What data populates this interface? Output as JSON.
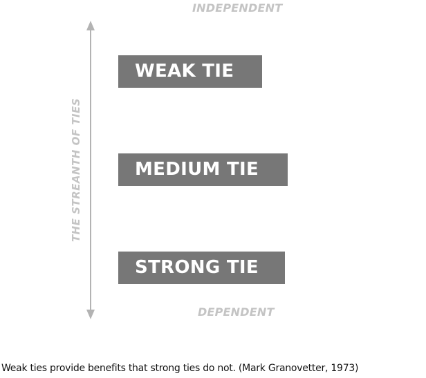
{
  "diagram": {
    "top_label": "INDEPENDENT",
    "bottom_label": "DEPENDENT",
    "axis_title": "THE STREANTH OF TIES",
    "ties": [
      {
        "label": "WEAK TIE"
      },
      {
        "label": "MEDIUM TIE"
      },
      {
        "label": "STRONG TIE"
      }
    ],
    "caption": "Weak ties provide benefits that strong ties do not. (Mark Granovetter, 1973)"
  },
  "colors": {
    "box_fill": "#777777",
    "box_text": "#ffffff",
    "muted_label": "#c4c4c4",
    "axis_line": "#b3b3b3",
    "caption_text": "#111111"
  }
}
